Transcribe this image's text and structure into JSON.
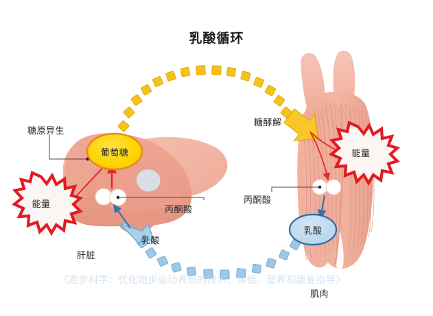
{
  "diagram": {
    "title": "乳酸循环",
    "watermark": "《跑步科学：优化跑步运动表现的技术、体能、营养和康复指导》"
  },
  "labels": {
    "gluconeogenesis": "糖原异生",
    "pyruvate_liver": "丙酮酸",
    "lactate_liver": "乳酸",
    "liver": "肝脏",
    "glycolysis": "糖酵解",
    "pyruvate_muscle": "丙酮酸",
    "muscle": "肌肉"
  },
  "nodes": {
    "glucose": "葡萄糖",
    "energy_liver": "能量",
    "energy_muscle": "能量",
    "lactate_muscle": "乳酸"
  },
  "colors": {
    "glucose_fill": "#FFD400",
    "glucose_stroke": "#E8891C",
    "energy_stroke": "#E11B22",
    "energy_fill": "#FBF5F3",
    "lactate_fill": "#BBD9EF",
    "lactate_stroke": "#2F6D9E",
    "organ_fill": "#EFA593",
    "muscle_fill": "#EFAE9C",
    "arc_yellow": "#F5C21B",
    "arc_blue": "#8FC0E3",
    "arrow_red": "#E2282B",
    "arrow_blue": "#3A6FA8",
    "title_color": "#1d1d1d",
    "label_color": "#272727",
    "watermark_color": "#bcd3e8"
  }
}
